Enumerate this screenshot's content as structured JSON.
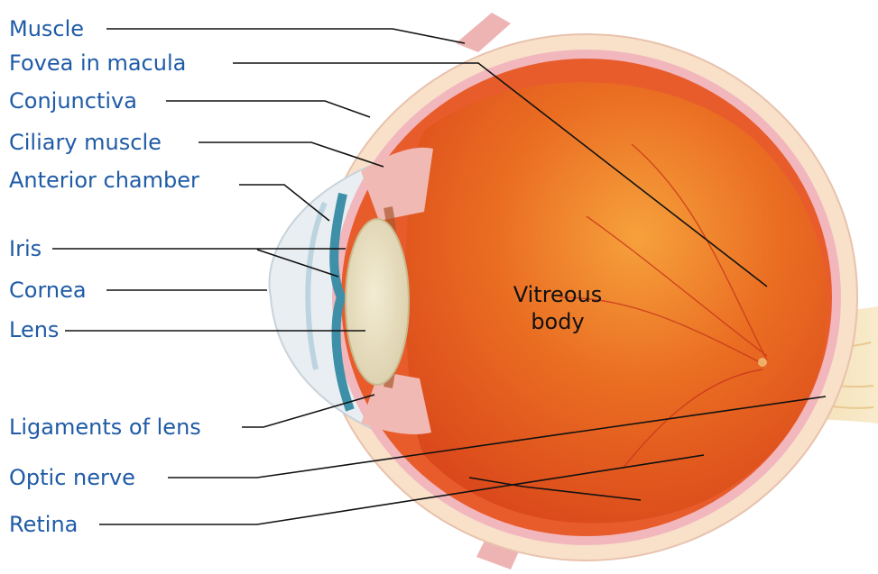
{
  "colors": {
    "label_text": "#1f5ba6",
    "leader_line": "#111111",
    "sclera": "#f8e0c9",
    "choroid": "#f1b7bd",
    "retina": "#e85c2c",
    "vitreous": "#e2521a",
    "lens": "#e9e2c6",
    "iris": "#3e8fa8",
    "optic_nerve": "#f4dfb4"
  },
  "labels": {
    "muscle": "Muscle",
    "fovea": "Fovea in macula",
    "conjunctiva": "Conjunctiva",
    "ciliary": "Ciliary muscle",
    "anterior": "Anterior chamber",
    "iris": "Iris",
    "cornea": "Cornea",
    "lens": "Lens",
    "ligaments": "Ligaments of lens",
    "optic": "Optic nerve",
    "retina": "Retina"
  },
  "vitreous": {
    "line1": "Vitreous",
    "line2": "body"
  }
}
